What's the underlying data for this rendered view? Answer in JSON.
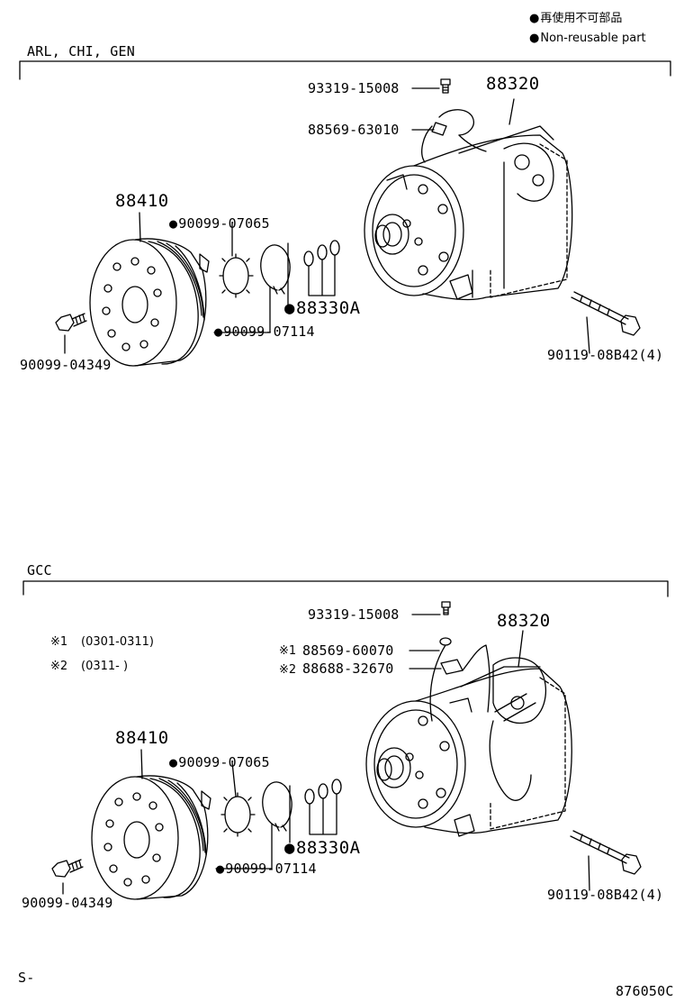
{
  "legend": {
    "items": [
      {
        "label": "再使用不可部品"
      },
      {
        "label": "Non-reusable part"
      }
    ]
  },
  "sections": [
    {
      "region": "ARL, CHI, GEN",
      "parts": {
        "screw": "93319-15008",
        "wire": "88569-63010",
        "compressor": "88320",
        "pulley": "88410",
        "snap_ring_a": "90099-07065",
        "o_rings": "88330A",
        "snap_ring_b": "90099-07114",
        "pulley_bolt": "90099-04349",
        "mount_bolt": "90119-08B42(4)"
      }
    },
    {
      "region": "GCC",
      "notes": [
        {
          "mark": "※1",
          "range": "(0301-0311)"
        },
        {
          "mark": "※2",
          "range": "(0311-     )"
        }
      ],
      "parts": {
        "screw": "93319-15008",
        "wire1_mark": "※1",
        "wire1": "88569-60070",
        "wire2_mark": "※2",
        "wire2": "88688-32670",
        "compressor": "88320",
        "pulley": "88410",
        "snap_ring_a": "90099-07065",
        "o_rings": "88330A",
        "snap_ring_b": "90099-07114",
        "pulley_bolt": "90099-04349",
        "mount_bolt": "90119-08B42(4)"
      }
    }
  ],
  "footer": {
    "left": "S-",
    "right": "876050C"
  }
}
